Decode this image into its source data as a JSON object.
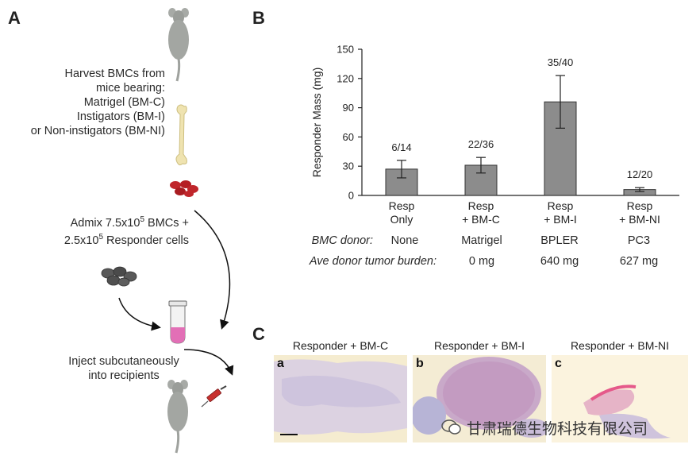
{
  "panel_a": {
    "letter": "A",
    "harvest_lines": [
      "Harvest BMCs from",
      "mice bearing:",
      "Matrigel (BM-C)",
      "Instigators (BM-I)",
      "or Non-instigators (BM-NI)"
    ],
    "admix_line1_pre": "Admix 7.5x10",
    "admix_line1_sup": "5",
    "admix_line1_post": " BMCs +",
    "admix_line2_pre": "2.5x10",
    "admix_line2_sup": "5",
    "admix_line2_post": " Responder cells",
    "inject_line1": "Inject subcutaneously",
    "inject_line2": "into recipients",
    "icons": [
      "mouse-icon",
      "femur-bone-icon",
      "red-blood-cells-icon",
      "responder-cells-icon",
      "test-tube-icon",
      "syringe-icon"
    ]
  },
  "panel_b": {
    "letter": "B",
    "row_labels": {
      "bmc_donor": "BMC donor:",
      "tumor_burden": "Ave donor tumor burden:"
    },
    "donors": [
      "None",
      "Matrigel",
      "BPLER",
      "PC3"
    ],
    "burdens": [
      "",
      "0 mg",
      "640 mg",
      "627 mg"
    ]
  },
  "chart_data": {
    "type": "bar",
    "ylabel": "Responder Mass (mg)",
    "ylim": [
      0,
      150
    ],
    "yticks": [
      0,
      30,
      60,
      90,
      120,
      150
    ],
    "categories": [
      [
        "Resp",
        "Only"
      ],
      [
        "Resp",
        "+ BM-C"
      ],
      [
        "Resp",
        "+ BM-I"
      ],
      [
        "Resp",
        "+ BM-NI"
      ]
    ],
    "values": [
      27,
      31,
      96,
      6
    ],
    "error_low": [
      18,
      23,
      69,
      4
    ],
    "error_high": [
      36,
      39,
      123,
      8
    ],
    "data_labels": [
      "6/14",
      "22/36",
      "35/40",
      "12/20"
    ],
    "bar_color": "#8c8c8c",
    "grid": false
  },
  "panel_c": {
    "letter": "C",
    "images": [
      {
        "title": "Responder + BM-C",
        "letter": "a"
      },
      {
        "title": "Responder + BM-I",
        "letter": "b"
      },
      {
        "title": "Responder + BM-NI",
        "letter": "c"
      }
    ]
  },
  "watermark": {
    "text": "甘肃瑞德生物科技有限公司",
    "icon": "wechat-icon"
  }
}
